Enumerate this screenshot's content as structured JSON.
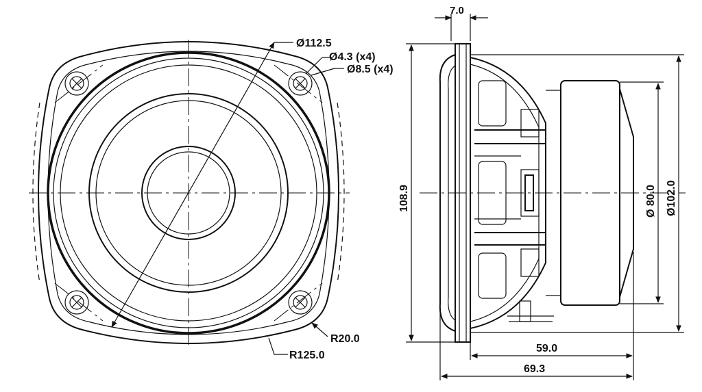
{
  "front_view": {
    "dim_outer_diameter": "Ø112.5",
    "dim_hole_small": "Ø4.3 (x4)",
    "dim_hole_large": "Ø8.5 (x4)",
    "dim_corner_radius": "R20.0",
    "dim_flange_radius": "R125.0"
  },
  "side_view": {
    "dim_flange_thickness": "7.0",
    "dim_total_height": "108.9",
    "dim_magnet_inner": "Ø 80.0",
    "dim_magnet_outer": "Ø102.0",
    "dim_depth_body": "59.0",
    "dim_depth_total": "69.3"
  }
}
